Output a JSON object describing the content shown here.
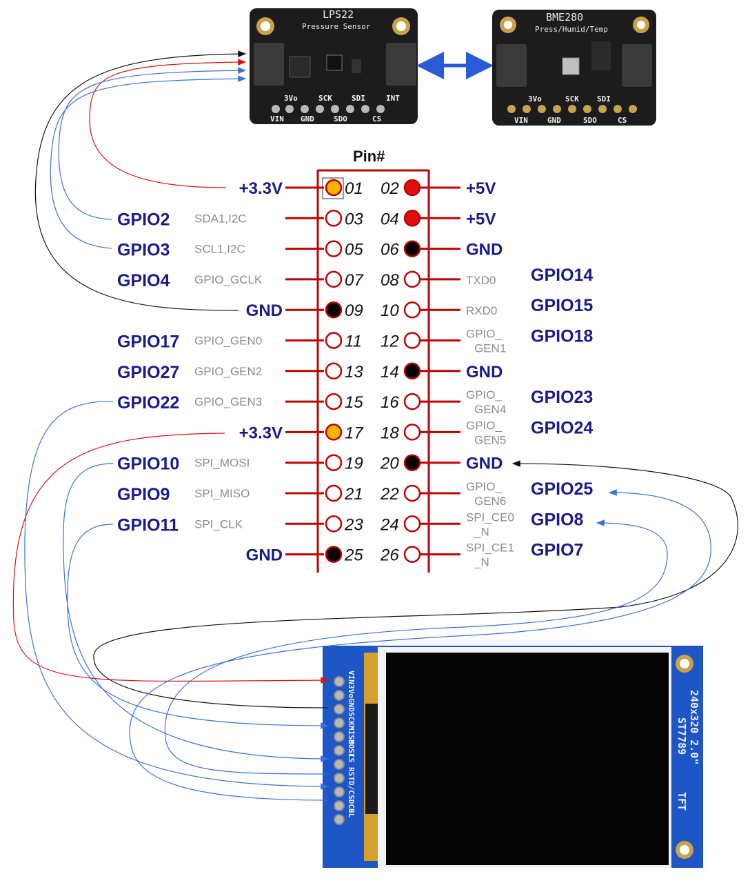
{
  "lps22": {
    "title": "LPS22",
    "subtitle": "Pressure Sensor",
    "pins_top": [
      "3Vo",
      "SCK",
      "SDI",
      "INT"
    ],
    "pins_bottom": [
      "VIN",
      "GND",
      "SDO",
      "CS"
    ]
  },
  "bme280": {
    "title": "BME280",
    "subtitle": "Press/Humid/Temp",
    "pins_top": [
      "3Vo",
      "SCK",
      "SDI"
    ],
    "pins_bottom": [
      "VIN",
      "GND",
      "SDO",
      "CS"
    ]
  },
  "header": {
    "title": "Pin#",
    "rows": [
      {
        "left_gpio": "",
        "left_func": "",
        "left_power": "+3.3V",
        "left_num": "01",
        "right_num": "02",
        "right_power": "+5V",
        "right_func": "",
        "right_gpio": "",
        "left_pin_color": "#f5b400",
        "right_pin_color": "#e01010"
      },
      {
        "left_gpio": "GPIO2",
        "left_func": "SDA1,I2C",
        "left_power": "",
        "left_num": "03",
        "right_num": "04",
        "right_power": "+5V",
        "right_func": "",
        "right_gpio": "",
        "left_pin_color": "#ffffff",
        "right_pin_color": "#e01010"
      },
      {
        "left_gpio": "GPIO3",
        "left_func": "SCL1,I2C",
        "left_power": "",
        "left_num": "05",
        "right_num": "06",
        "right_power": "GND",
        "right_func": "",
        "right_gpio": "",
        "left_pin_color": "#ffffff",
        "right_pin_color": "#000000"
      },
      {
        "left_gpio": "GPIO4",
        "left_func": "GPIO_GCLK",
        "left_power": "",
        "left_num": "07",
        "right_num": "08",
        "right_power": "",
        "right_func": "TXD0",
        "right_gpio": "GPIO14",
        "left_pin_color": "#ffffff",
        "right_pin_color": "#ffffff"
      },
      {
        "left_gpio": "",
        "left_func": "",
        "left_power": "GND",
        "left_num": "09",
        "right_num": "10",
        "right_power": "",
        "right_func": "RXD0",
        "right_gpio": "GPIO15",
        "left_pin_color": "#000000",
        "right_pin_color": "#ffffff"
      },
      {
        "left_gpio": "GPIO17",
        "left_func": "GPIO_GEN0",
        "left_power": "",
        "left_num": "11",
        "right_num": "12",
        "right_power": "",
        "right_func": "GPIO_\nGEN1",
        "right_gpio": "GPIO18",
        "left_pin_color": "#ffffff",
        "right_pin_color": "#ffffff"
      },
      {
        "left_gpio": "GPIO27",
        "left_func": "GPIO_GEN2",
        "left_power": "",
        "left_num": "13",
        "right_num": "14",
        "right_power": "GND",
        "right_func": "",
        "right_gpio": "",
        "left_pin_color": "#ffffff",
        "right_pin_color": "#000000"
      },
      {
        "left_gpio": "GPIO22",
        "left_func": "GPIO_GEN3",
        "left_power": "",
        "left_num": "15",
        "right_num": "16",
        "right_power": "",
        "right_func": "GPIO_\nGEN4",
        "right_gpio": "GPIO23",
        "left_pin_color": "#ffffff",
        "right_pin_color": "#ffffff"
      },
      {
        "left_gpio": "",
        "left_func": "",
        "left_power": "+3.3V",
        "left_num": "17",
        "right_num": "18",
        "right_power": "",
        "right_func": "GPIO_\nGEN5",
        "right_gpio": "GPIO24",
        "left_pin_color": "#f5b400",
        "right_pin_color": "#ffffff"
      },
      {
        "left_gpio": "GPIO10",
        "left_func": "SPI_MOSI",
        "left_power": "",
        "left_num": "19",
        "right_num": "20",
        "right_power": "GND",
        "right_func": "",
        "right_gpio": "",
        "left_pin_color": "#ffffff",
        "right_pin_color": "#000000"
      },
      {
        "left_gpio": "GPIO9",
        "left_func": "SPI_MISO",
        "left_power": "",
        "left_num": "21",
        "right_num": "22",
        "right_power": "",
        "right_func": "GPIO_\nGEN6",
        "right_gpio": "GPIO25",
        "left_pin_color": "#ffffff",
        "right_pin_color": "#ffffff"
      },
      {
        "left_gpio": "GPIO11",
        "left_func": "SPI_CLK",
        "left_power": "",
        "left_num": "23",
        "right_num": "24",
        "right_power": "",
        "right_func": "SPI_CE0\n_N",
        "right_gpio": "GPIO8",
        "left_pin_color": "#ffffff",
        "right_pin_color": "#ffffff"
      },
      {
        "left_gpio": "",
        "left_func": "",
        "left_power": "GND",
        "left_num": "25",
        "right_num": "26",
        "right_power": "",
        "right_func": "SPI_CE1\n_N",
        "right_gpio": "GPIO7",
        "left_pin_color": "#000000",
        "right_pin_color": "#ffffff"
      }
    ]
  },
  "tft": {
    "label_line1": "240x320 2.0\"",
    "label_line2": "ST7789",
    "label_line3": "TFT",
    "pins": [
      "VIN",
      "3Vo",
      "GND",
      "SCK",
      "MISO",
      "MOSI",
      "CS",
      "RST",
      "D/C",
      "SDCS",
      "BL"
    ]
  },
  "colors": {
    "header_red": "#c00000",
    "wire_black": "#111111",
    "wire_red": "#e01010",
    "wire_blue": "#3a6fe0",
    "arrow_blue": "#2a5ad8",
    "gpio_text": "#1a1a8c",
    "func_text": "#8c8c8c",
    "pcb_dark": "#1c1c1c",
    "pcb_blue": "#1e56c8"
  }
}
